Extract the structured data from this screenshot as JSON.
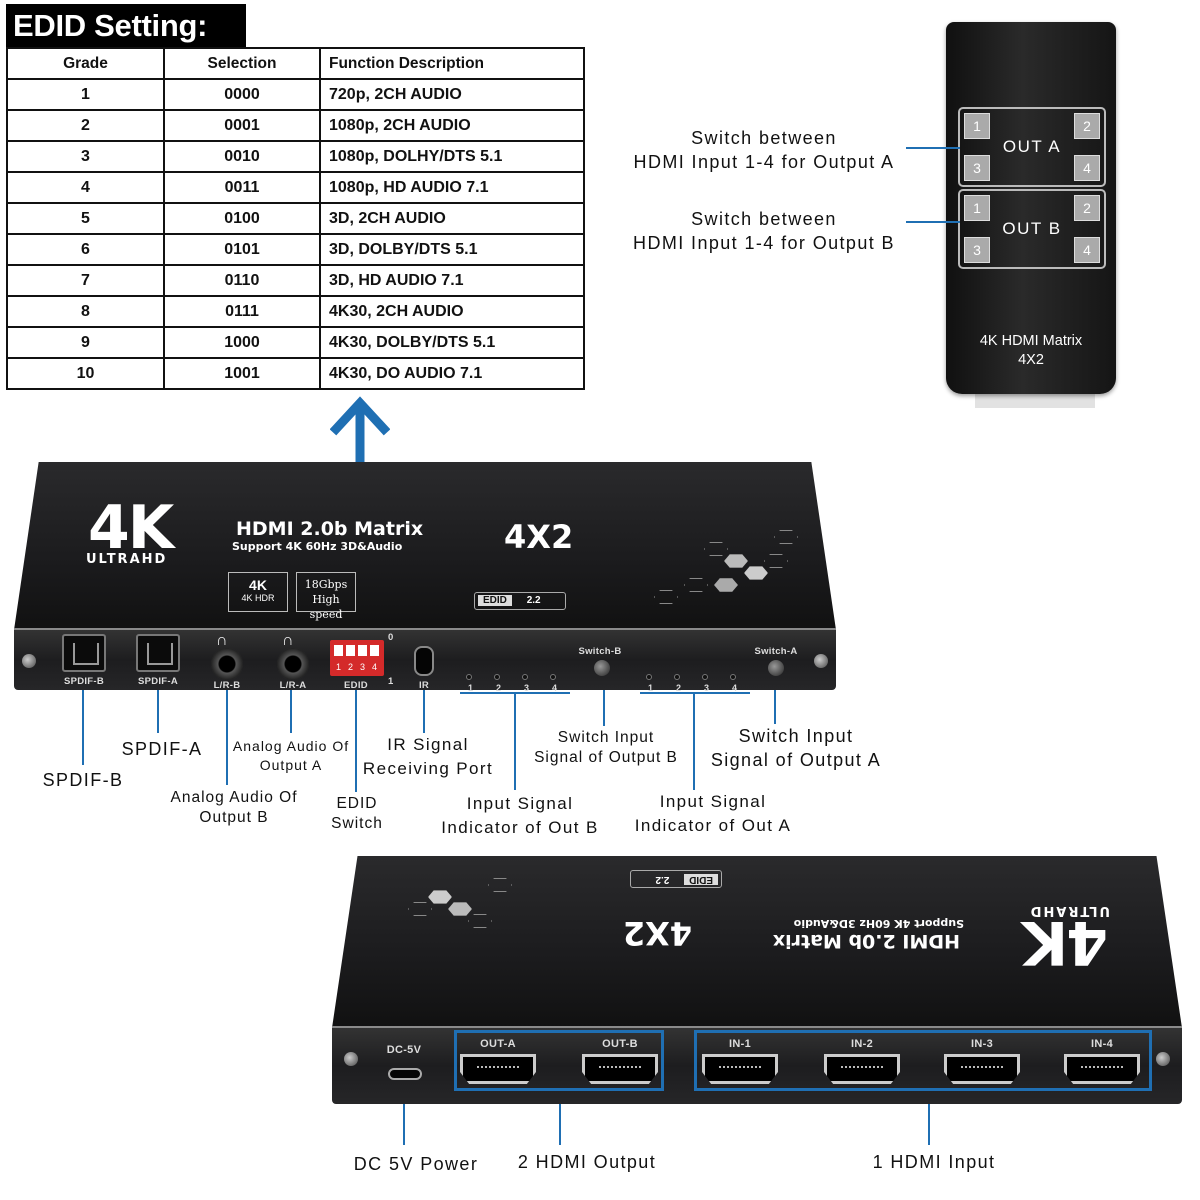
{
  "edid": {
    "title": "EDID Setting:",
    "headers": [
      "Grade",
      "Selection",
      "Function Description"
    ],
    "rows": [
      [
        "1",
        "0000",
        "720p, 2CH AUDIO"
      ],
      [
        "2",
        "0001",
        "1080p, 2CH AUDIO"
      ],
      [
        "3",
        "0010",
        "1080p, DOLHY/DTS 5.1"
      ],
      [
        "4",
        "0011",
        "1080p, HD AUDIO 7.1"
      ],
      [
        "5",
        "0100",
        "3D, 2CH AUDIO"
      ],
      [
        "6",
        "0101",
        "3D, DOLBY/DTS 5.1"
      ],
      [
        "7",
        "0110",
        "3D, HD AUDIO 7.1"
      ],
      [
        "8",
        "0111",
        "4K30, 2CH AUDIO"
      ],
      [
        "9",
        "1000",
        "4K30, DOLBY/DTS 5.1"
      ],
      [
        "10",
        "1001",
        "4K30, DO AUDIO 7.1"
      ]
    ]
  },
  "remote": {
    "out_a": "OUT A",
    "out_b": "OUT B",
    "keys": [
      "1",
      "2",
      "3",
      "4"
    ],
    "brand_line1": "4K HDMI Matrix",
    "brand_line2": "4X2",
    "label_a_line1": "Switch between",
    "label_a_line2": "HDMI Input 1-4 for Output A",
    "label_b_line1": "Switch between",
    "label_b_line2": "HDMI Input 1-4 for Output B"
  },
  "device": {
    "logo_big": "4K",
    "logo_sub": "ULTRAHD",
    "product_title": "HDMI 2.0b Matrix",
    "product_sub": "Support 4K 60Hz 3D&Audio",
    "product_size": "4X2",
    "badge_4k_line1": "4K",
    "badge_4k_line2": "4K HDR",
    "badge_speed_line1": "18Gbps",
    "badge_speed_line2": "High speed",
    "edid_badge": "EDID",
    "edid_version": "2.2",
    "front_ports": {
      "spdif_b": "SPDIF-B",
      "spdif_a": "SPDIF-A",
      "lr_b": "L/R-B",
      "lr_a": "L/R-A",
      "edid": "EDID",
      "ir": "IR",
      "switch_b": "Switch-B",
      "switch_a": "Switch-A",
      "dip_top": "0",
      "dip_bottom": "1",
      "dip_nums": [
        "1",
        "2",
        "3",
        "4"
      ],
      "led_nums": [
        "1",
        "2",
        "3",
        "4"
      ]
    },
    "back_ports": {
      "dc": "DC-5V",
      "out_a": "OUT-A",
      "out_b": "OUT-B",
      "in1": "IN-1",
      "in2": "IN-2",
      "in3": "IN-3",
      "in4": "IN-4"
    }
  },
  "callouts": {
    "spdif_b": "SPDIF-B",
    "spdif_a": "SPDIF-A",
    "analog_b_line1": "Analog Audio Of",
    "analog_b_line2": "Output B",
    "analog_a_line1": "Analog Audio Of",
    "analog_a_line2": "Output A",
    "edid_line1": "EDID",
    "edid_line2": "Switch",
    "ir_line1": "IR Signal",
    "ir_line2": "Receiving Port",
    "ind_b_line1": "Input Signal",
    "ind_b_line2": "Indicator of Out B",
    "sw_b_line1": "Switch Input",
    "sw_b_line2": "Signal of Output B",
    "ind_a_line1": "Input Signal",
    "ind_a_line2": "Indicator of Out A",
    "sw_a_line1": "Switch Input",
    "sw_a_line2": "Signal of Output A",
    "dc_power": "DC 5V Power",
    "hdmi_output": "2 HDMI Output",
    "hdmi_input": "1 HDMI Input"
  },
  "colors": {
    "accent_blue": "#1f6fb3",
    "dip_red": "#d42a2a",
    "device_body": "#1b1b1d"
  }
}
